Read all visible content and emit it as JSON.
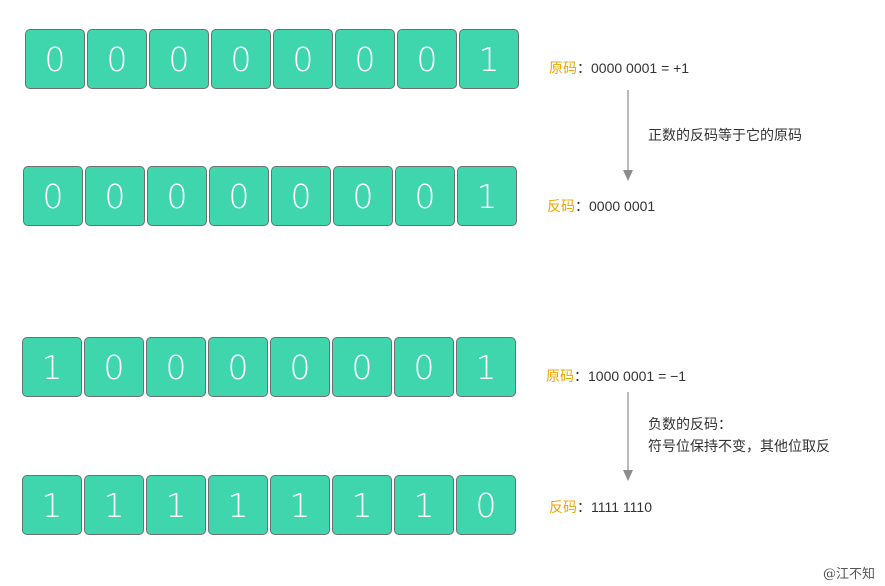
{
  "rows": [
    {
      "bits": [
        "0",
        "0",
        "0",
        "0",
        "0",
        "0",
        "0",
        "1"
      ],
      "label_key": "原码",
      "label_sep": "：",
      "label_value": "0000 0001 = +1"
    },
    {
      "bits": [
        "0",
        "0",
        "0",
        "0",
        "0",
        "0",
        "0",
        "1"
      ],
      "label_key": "反码",
      "label_sep": "：",
      "label_value": "0000 0001"
    },
    {
      "bits": [
        "1",
        "0",
        "0",
        "0",
        "0",
        "0",
        "0",
        "1"
      ],
      "label_key": "原码",
      "label_sep": "：",
      "label_value": "1000 0001 = −1"
    },
    {
      "bits": [
        "1",
        "1",
        "1",
        "1",
        "1",
        "1",
        "1",
        "0"
      ],
      "label_key": "反码",
      "label_sep": "：",
      "label_value": "1111 1110"
    }
  ],
  "notes": {
    "positive": "正数的反码等于它的原码",
    "negative_line1": "负数的反码：",
    "negative_line2": "符号位保持不变，其他位取反"
  },
  "watermark": "@江不知",
  "colors": {
    "bit_fill": "#3fd6ae",
    "bit_border": "#6f6f6f",
    "label_key": "#f0a500",
    "arrow": "#8c8c8c"
  }
}
